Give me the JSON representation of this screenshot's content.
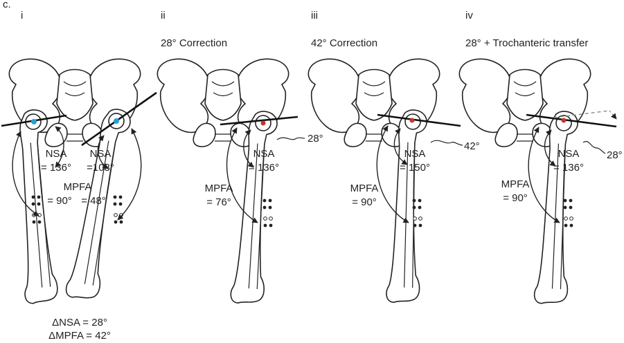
{
  "figure_label": "c.",
  "panels": [
    {
      "numeral": "i",
      "title": ""
    },
    {
      "numeral": "ii",
      "title": "28° Correction"
    },
    {
      "numeral": "iii",
      "title": "42° Correction"
    },
    {
      "numeral": "iv",
      "title": "28° + Trochanteric transfer"
    }
  ],
  "measurements": {
    "i_left": {
      "nsa_label": "NSA",
      "nsa_value": "= 136°",
      "mpfa_label": "MPFA",
      "mpfa_value": "= 90°"
    },
    "i_right": {
      "nsa_label": "NSA",
      "nsa_value": "=108°",
      "mpfa_value": "= 48°"
    },
    "ii": {
      "nsa_label": "NSA",
      "nsa_value": "= 136°",
      "mpfa_label": "MPFA",
      "mpfa_value": "= 76°",
      "wedge": "28°"
    },
    "iii": {
      "nsa_label": "NSA",
      "nsa_value": "= 150°",
      "mpfa_label": "MPFA",
      "mpfa_value": "= 90°",
      "wedge": "42°"
    },
    "iv": {
      "nsa_label": "NSA",
      "nsa_value": "= 136°",
      "mpfa_label": "MPFA",
      "mpfa_value": "= 90°",
      "wedge": "28°"
    }
  },
  "deltas": {
    "nsa": "ΔNSA = 28°",
    "mpfa": "ΔMPFA = 42°"
  },
  "colors": {
    "ink": "#222222",
    "femoral_head_center": "#2a9fd6",
    "osteotomy_point": "#c0392b",
    "transfer_line": "#999999"
  }
}
